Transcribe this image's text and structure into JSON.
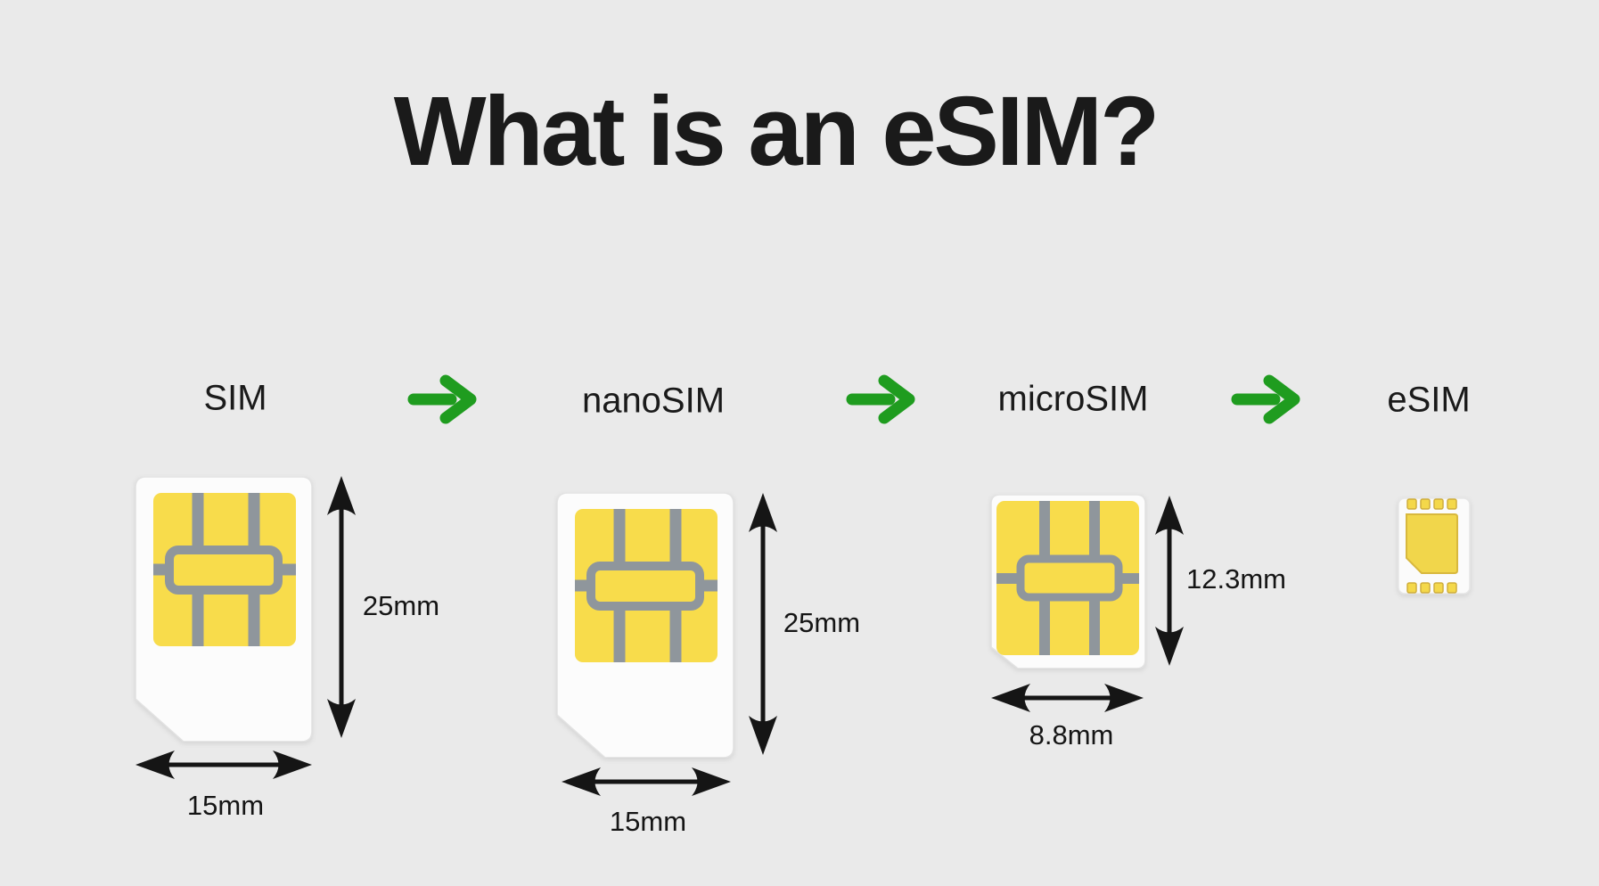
{
  "title": "What is an eSIM?",
  "colors": {
    "background": "#eaeaea",
    "arrow_green": "#1f9c1f",
    "card_white": "#fcfcfc",
    "pad_yellow": "#f8dc4b",
    "pad_line_gray": "#8f969c",
    "text": "#1a1a1a"
  },
  "stages": [
    {
      "label": "SIM",
      "height": "25mm",
      "width": "15mm"
    },
    {
      "label": "nanoSIM",
      "height": "25mm",
      "width": "15mm"
    },
    {
      "label": "microSIM",
      "height": "12.3mm",
      "width": "8.8mm"
    },
    {
      "label": "eSIM"
    }
  ]
}
